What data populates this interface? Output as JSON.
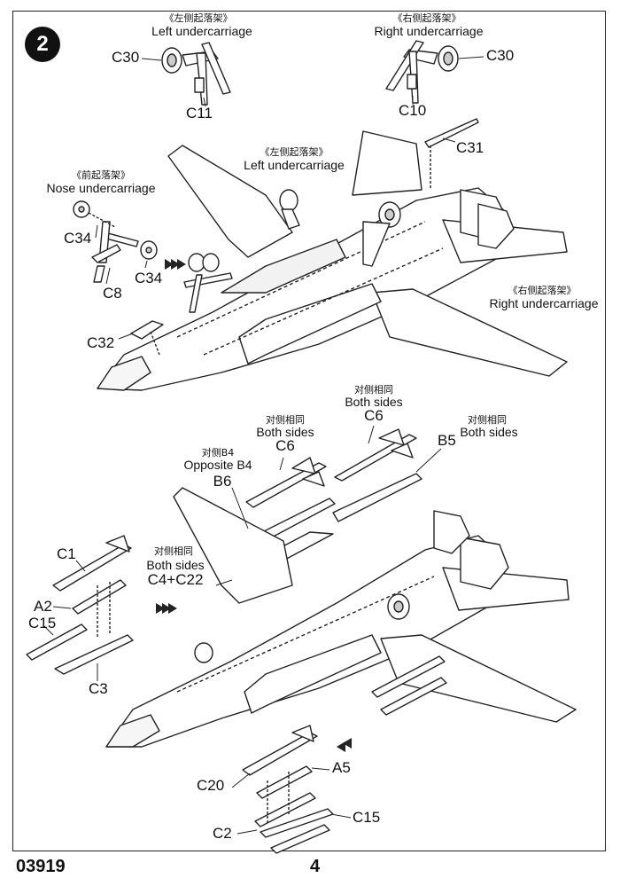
{
  "step_number": "2",
  "top_section": {
    "left_undercarriage_detail": {
      "cn": "《左侧起落架》",
      "en": "Left undercarriage",
      "parts": [
        "C30",
        "C11"
      ]
    },
    "right_undercarriage_detail": {
      "cn": "《右侧起落架》",
      "en": "Right undercarriage",
      "parts": [
        "C30",
        "C10"
      ]
    },
    "nose_undercarriage": {
      "cn": "《前起落架》",
      "en": "Nose undercarriage",
      "parts": [
        "C34",
        "C34",
        "C8"
      ]
    },
    "left_undercarriage": {
      "cn": "《左侧起落架》",
      "en": "Left undercarriage"
    },
    "right_undercarriage": {
      "cn": "《右侧起落架》",
      "en": "Right undercarriage"
    },
    "other_parts": [
      "C31",
      "C32"
    ]
  },
  "bottom_section": {
    "c6_left": {
      "cn": "对侧相同",
      "en": "Both sides",
      "part": "C6"
    },
    "c6_right": {
      "cn": "对侧相同",
      "en": "Both sides",
      "part": "C6"
    },
    "b5": {
      "part": "B5",
      "cn": "对侧相同",
      "en": "Both sides"
    },
    "b6": {
      "cn": "对侧B4",
      "en": "Opposite B4",
      "part": "B6"
    },
    "c4_c22": {
      "cn": "对侧相同",
      "en": "Both sides",
      "part": "C4+C22"
    },
    "left_stack": [
      "C1",
      "A2",
      "C15",
      "C3"
    ],
    "bottom_stack": [
      "A5",
      "C20",
      "C15",
      "C2"
    ]
  },
  "footer": {
    "kit_number": "03919",
    "page_number": "4"
  }
}
